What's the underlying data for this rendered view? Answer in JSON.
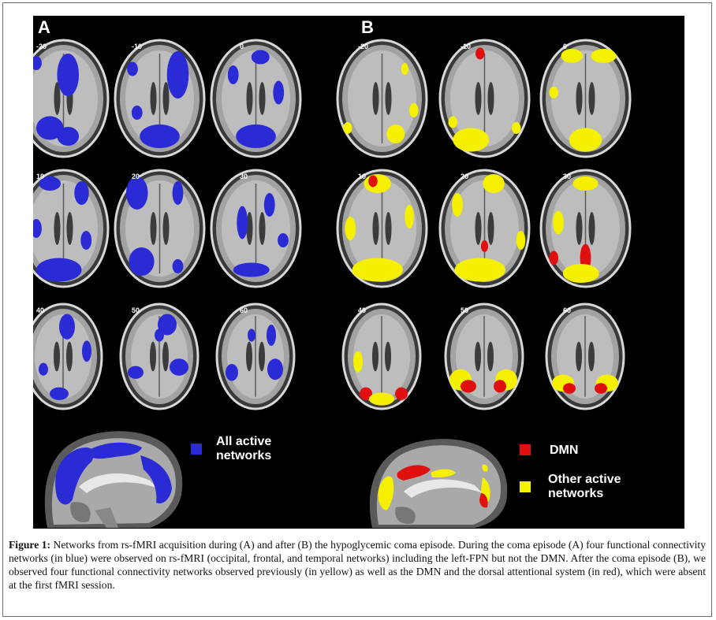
{
  "panels": {
    "a": {
      "letter": "A",
      "slice_labels": [
        "-20",
        "-10",
        "0",
        "10",
        "20",
        "30",
        "40",
        "50",
        "60"
      ],
      "legend": {
        "line1": "All active",
        "line2": "networks",
        "color": "#2b2bd6"
      }
    },
    "b": {
      "letter": "B",
      "slice_labels": [
        "-20",
        "-10",
        "0",
        "10",
        "20",
        "30",
        "40",
        "50",
        "60"
      ],
      "legend": [
        {
          "line1": "DMN",
          "line2": "",
          "color": "#e01010"
        },
        {
          "line1": "Other active",
          "line2": "networks",
          "color": "#f5f000"
        }
      ]
    }
  },
  "caption": {
    "label": "Figure 1:",
    "text": "Networks from rs-fMRI acquisition during (A) and after (B) the hypoglycemic coma episode. During the coma episode (A) four functional connectivity networks (in blue) were observed on rs-fMRI (occipital, frontal, and temporal networks) including the left-FPN but not the DMN. After the coma episode (B), we observed four functional connectivity networks observed previously (in yellow) as well as the DMN and the dorsal attentional system (in red), which were absent at the first fMRI session."
  },
  "colors": {
    "blue": "#2b2bd6",
    "red": "#e01010",
    "yellow": "#f5f000"
  }
}
